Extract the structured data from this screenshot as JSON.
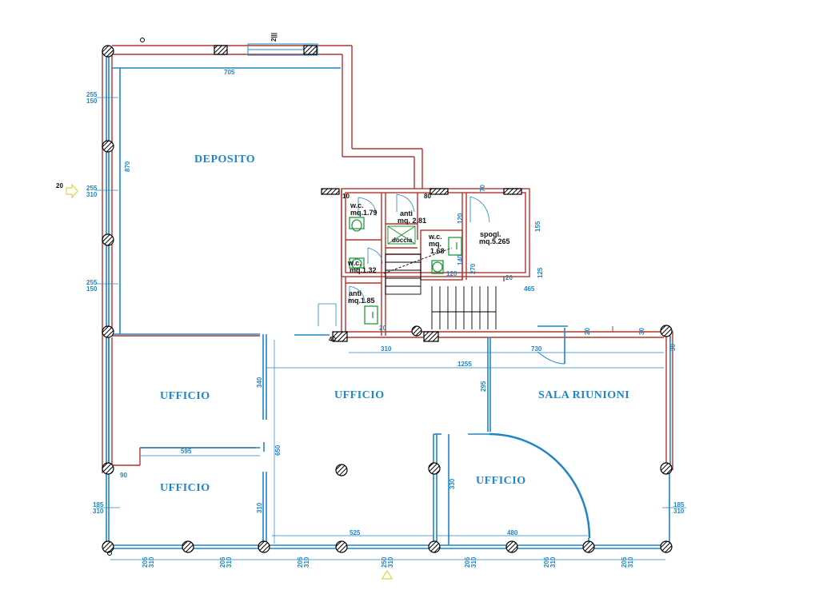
{
  "rooms": {
    "deposito": "DEPOSITO",
    "ufficio_left": "UFFICIO",
    "ufficio_center": "UFFICIO",
    "sala_riunioni": "SALA  RIUNIONI",
    "ufficio_lower_left": "UFFICIO",
    "ufficio_lower_right": "UFFICIO"
  },
  "small_rooms": {
    "wc1_a": "w.c.",
    "wc1_b": "mq.1.79",
    "anti1_a": "anti",
    "anti1_b": "mq. 2.81",
    "doccia": "doccia",
    "wc2_a": "w.c.",
    "wc2_b": "mq.",
    "wc2_c": "1.68",
    "spogl_a": "spogl.",
    "spogl_b": "mq.5.265",
    "wc3_a": "w.c.",
    "wc3_b": "mq.1.32",
    "anti2_a": "anti",
    "anti2_b": "mq.1.85"
  },
  "dimensions": {
    "top_705": "705",
    "left_255a": "255",
    "left_150a": "150",
    "left_870": "870",
    "left_255b": "255",
    "left_310b": "310",
    "left_255c": "255",
    "left_150c": "150",
    "marker_20": "20",
    "d10": "10",
    "d80": "80",
    "d70": "70",
    "d120a": "120",
    "d155": "155",
    "d140": "140",
    "d270": "270",
    "d120b": "120",
    "d125": "125",
    "d20a": "20",
    "d465": "465",
    "d20b": "20",
    "d40": "40",
    "d310": "310",
    "d730": "730",
    "d20c": "20",
    "d30a": "30",
    "d30b": "30",
    "d1255": "1255",
    "d340": "340",
    "d295": "295",
    "d595": "595",
    "d650": "650",
    "d90": "90",
    "d330": "330",
    "d310c": "310",
    "d185l": "185",
    "d310l": "310",
    "d185r": "185",
    "d310r": "310",
    "d525": "525",
    "d480": "480",
    "b1a": "205",
    "b1b": "310",
    "b2a": "205",
    "b2b": "310",
    "b3a": "205",
    "b3b": "310",
    "b4a": "250",
    "b4b": "310",
    "b5a": "205",
    "b5b": "310",
    "b6a": "205",
    "b6b": "310",
    "b7a": "205",
    "b7b": "310",
    "top_mark": "2|||"
  }
}
